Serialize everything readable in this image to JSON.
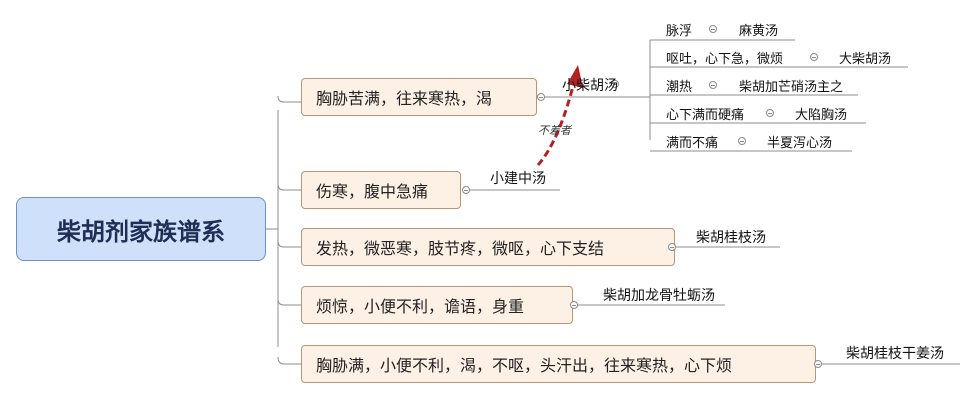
{
  "root": {
    "title": "柴胡剂家族谱系"
  },
  "branches": [
    {
      "symptom": "胸胁苦满，往来寒热，渴",
      "formula": "小柴胡汤"
    },
    {
      "symptom": "伤寒，腹中急痛",
      "formula": "小建中汤"
    },
    {
      "symptom": "发热，微恶寒，肢节疼，微呕，心下支结",
      "formula": "柴胡桂枝汤"
    },
    {
      "symptom": "烦惊，小便不利，谵语，身重",
      "formula": "柴胡加龙骨牡蛎汤"
    },
    {
      "symptom": "胸胁满，小便不利，渴，不呕，头汗出，往来寒热，心下烦",
      "formula": "柴胡桂枝干姜汤"
    }
  ],
  "sub_branches": [
    {
      "symptom": "脉浮",
      "formula": "麻黄汤"
    },
    {
      "symptom": "呕吐，心下急，微烦",
      "formula": "大柴胡汤"
    },
    {
      "symptom": "潮热",
      "formula": "柴胡加芒硝汤主之"
    },
    {
      "symptom": "心下满而硬痛",
      "formula": "大陷胸汤"
    },
    {
      "symptom": "满而不痛",
      "formula": "半夏泻心汤"
    }
  ],
  "relation": {
    "label": "不差者",
    "color": "#b22222"
  },
  "colors": {
    "root_fill": "#cfe0fb",
    "symptom_fill": "#fdf1e6",
    "line": "#8c8c8c"
  }
}
